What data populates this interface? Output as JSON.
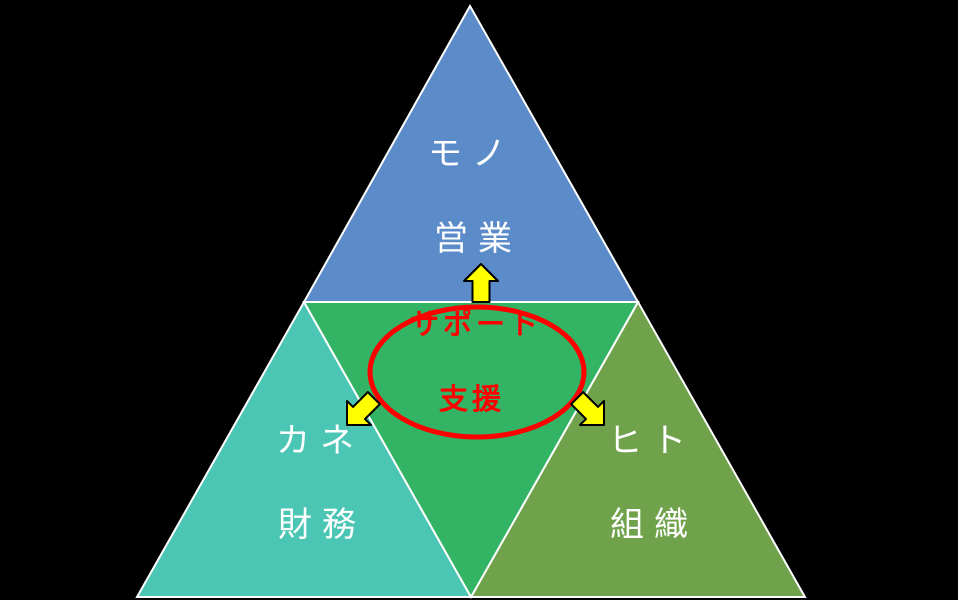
{
  "background_color": "#000000",
  "diagram": {
    "type": "triangle-pyramid-with-center-support",
    "border_color": "#ffffff",
    "sections": {
      "top": {
        "line1": "モノ",
        "line2": "営業",
        "fill": "#5b8bc9",
        "text_color": "#ffffff"
      },
      "left": {
        "line1": "カネ",
        "line2": "財務",
        "fill": "#4cc6b4",
        "text_color": "#ffffff"
      },
      "right": {
        "line1": "ヒト",
        "line2": "組織",
        "fill": "#70a24c",
        "text_color": "#ffffff"
      },
      "center": {
        "line1": "サポート",
        "line2": "支援",
        "fill": "#33b364",
        "text_color": "#ff0000"
      }
    },
    "ellipse": {
      "stroke_color": "#ff0000"
    },
    "arrows": {
      "fill": "#ffff00",
      "outline": "#000000",
      "directions": [
        "up",
        "down-left",
        "down-right"
      ]
    }
  }
}
